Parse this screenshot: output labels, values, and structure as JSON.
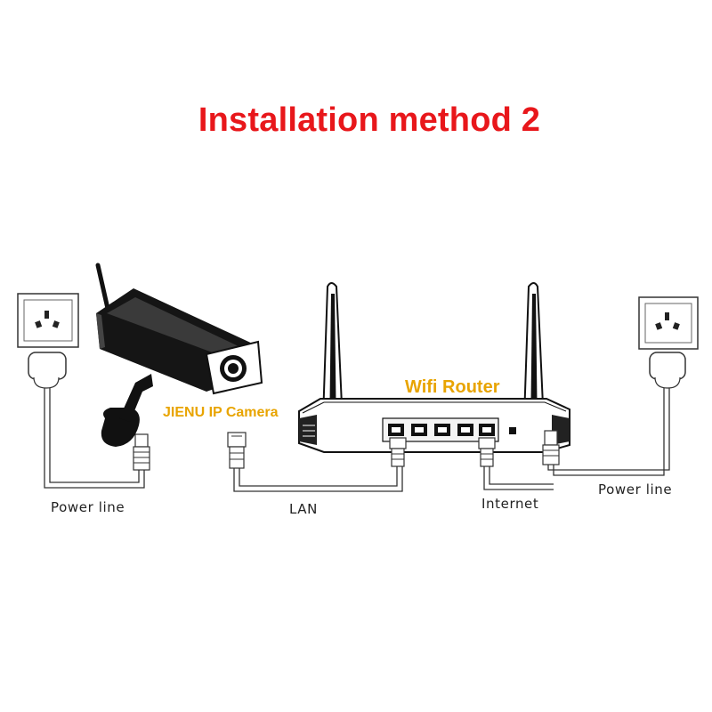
{
  "title": "Installation method 2",
  "labels": {
    "router": "Wifi Router",
    "camera": "JIENU IP Camera",
    "power_left": "Power line",
    "lan": "LAN",
    "internet": "Internet",
    "power_right": "Power line"
  },
  "colors": {
    "title": "#e8171b",
    "highlight_label": "#e8a400",
    "line_art": "#1a1a1a",
    "background": "#ffffff"
  },
  "icons": [
    "wall-socket-icon",
    "power-plug-icon",
    "ip-camera-icon",
    "wifi-router-icon",
    "antenna-icon",
    "ethernet-connector-icon",
    "dc-jack-icon"
  ]
}
